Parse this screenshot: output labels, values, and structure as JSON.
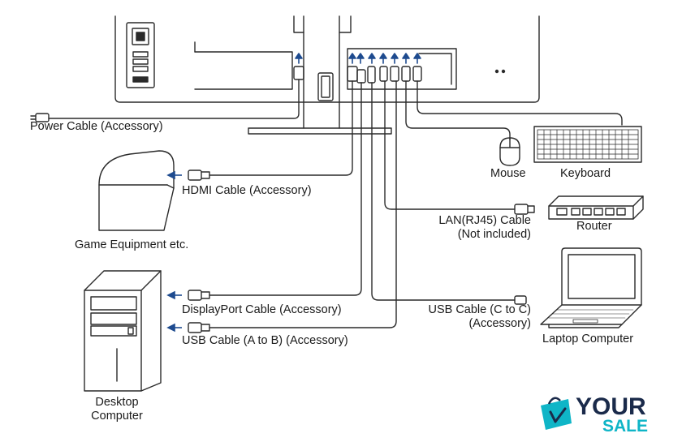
{
  "labels": {
    "power_cable": "Power Cable (Accessory)",
    "hdmi_cable": "HDMI Cable (Accessory)",
    "game_equipment": "Game Equipment etc.",
    "displayport_cable": "DisplayPort Cable (Accessory)",
    "usb_a_to_b_cable": "USB Cable (A to B) (Accessory)",
    "desktop_computer_line1": "Desktop",
    "desktop_computer_line2": "Computer",
    "mouse": "Mouse",
    "keyboard": "Keyboard",
    "lan_cable_line1": "LAN(RJ45) Cable",
    "lan_cable_line2": "(Not included)",
    "router": "Router",
    "usb_c_cable_line1": "USB Cable (C to C)",
    "usb_c_cable_line2": "(Accessory)",
    "laptop_computer": "Laptop Computer"
  },
  "logo": {
    "text_your": "YOUR",
    "text_sale": "SALE"
  },
  "colors": {
    "line": "#2a2a2a",
    "arrow": "#1e4b8f",
    "logo_dark": "#1a2a4a",
    "logo_accent": "#0fb5c7"
  }
}
